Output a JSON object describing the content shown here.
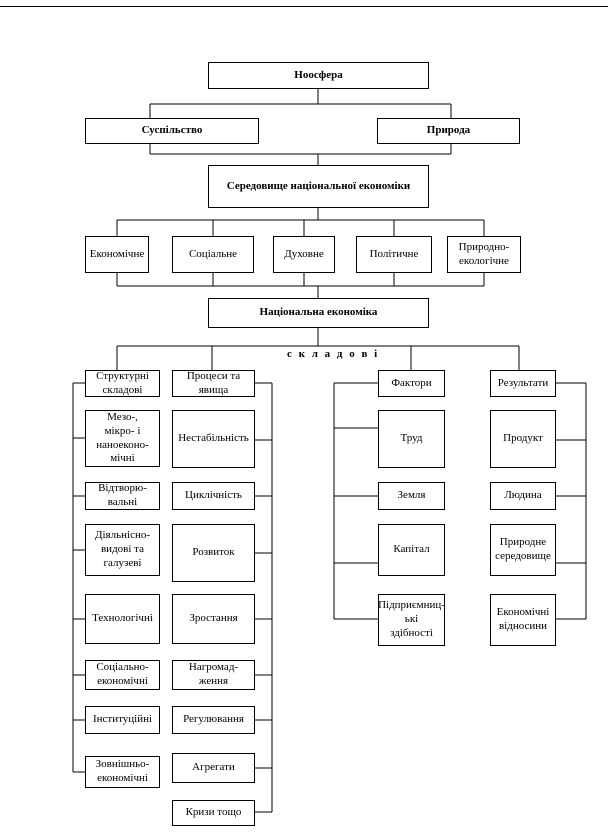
{
  "diagram": {
    "root": "Ноосфера",
    "level1": [
      "Суспільство",
      "Природа"
    ],
    "environment": "Середовище національної економіки",
    "environment_types": [
      "Економічне",
      "Соціальне",
      "Духовне",
      "Політичне",
      "Природно-\nекологічне"
    ],
    "national_economy": "Національна економіка",
    "components_label": "с к л а д о в і",
    "columns": [
      {
        "header": "Структурні\nскладові",
        "items": [
          "Мезо-, \nмікро- і\nнаноеконо-\nмічні",
          "Відтворю-\nвальні",
          "Діяльнісно-\nвидові та\nгалузеві",
          "Технологічні",
          "Соціально-\nекономічні",
          "Інституційні",
          "Зовнішньо-\nекономічні"
        ]
      },
      {
        "header": "Процеси та\nявища",
        "items": [
          "Нестабільність",
          "Циклічність",
          "Розвиток",
          "Зростання",
          "Нагромад-\nження",
          "Регулювання",
          "Агрегати",
          "Кризи тощо"
        ]
      },
      {
        "header": "Фактори",
        "items": [
          "Труд",
          "Земля",
          "Капітал",
          "Підприємниц-\nькі\nздібності"
        ]
      },
      {
        "header": "Результати",
        "items": [
          "Продукт",
          "Людина",
          "Природне\nсередовище",
          "Економічні\nвідносини"
        ]
      }
    ]
  }
}
